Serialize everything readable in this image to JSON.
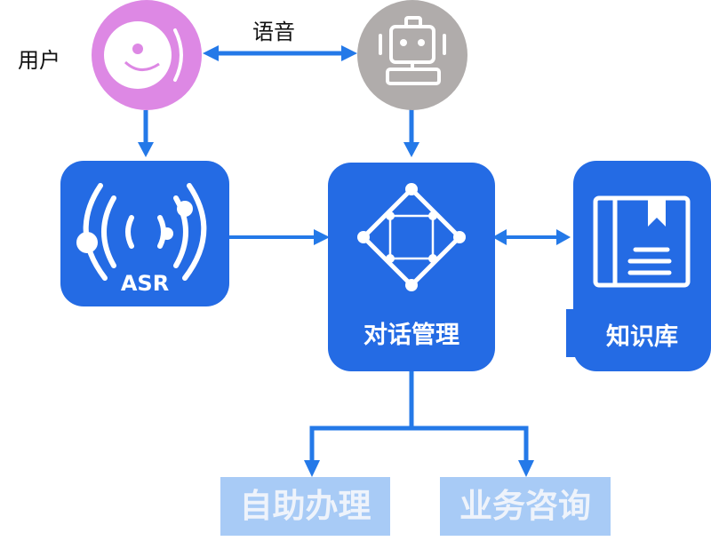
{
  "nodes": {
    "user": {
      "label": "用户",
      "icon": "user-voice-icon",
      "color": "#dd88e4"
    },
    "robot": {
      "icon": "robot-icon",
      "color": "#b0acab"
    },
    "asr": {
      "label": "ASR",
      "icon": "sound-wave-icon",
      "color": "#246be4"
    },
    "dialog": {
      "label": "对话管理",
      "icon": "network-diamond-icon",
      "color": "#246be4"
    },
    "kb": {
      "label": "知识库",
      "icon": "book-icon",
      "color": "#246be4"
    },
    "self_service": {
      "label": "自助办理",
      "color": "#a8cbf6"
    },
    "consult": {
      "label": "业务咨询",
      "color": "#a8cbf6"
    }
  },
  "edges": [
    {
      "from": "user",
      "to": "robot",
      "label": "语音",
      "bidirectional": true
    },
    {
      "from": "user",
      "to": "asr",
      "label": ""
    },
    {
      "from": "robot",
      "to": "dialog",
      "label": ""
    },
    {
      "from": "asr",
      "to": "dialog",
      "label": ""
    },
    {
      "from": "dialog",
      "to": "kb",
      "label": "",
      "bidirectional": true
    },
    {
      "from": "dialog",
      "to": "self_service",
      "label": ""
    },
    {
      "from": "dialog",
      "to": "consult",
      "label": ""
    }
  ],
  "colors": {
    "arrow": "#2479e8"
  }
}
